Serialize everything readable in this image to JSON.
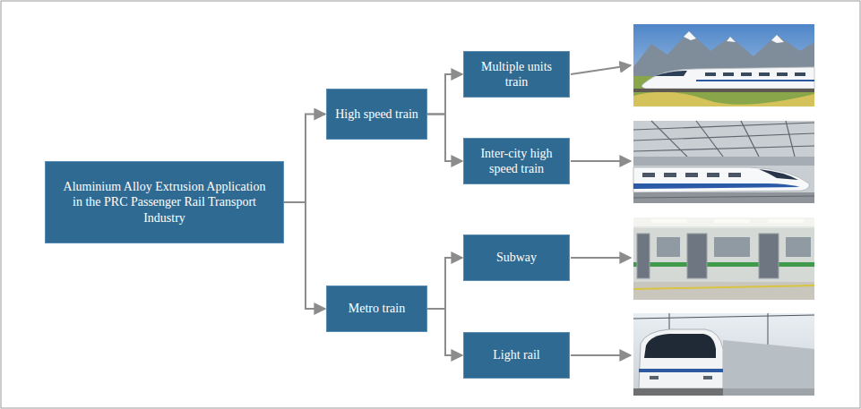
{
  "diagram": {
    "nodes": [
      {
        "text": [
          "Aluminium Alloy Extrusion Application in the PRC Passenger Rail Transport Industry"
        ]
      },
      {
        "text": [
          "High speed train"
        ]
      },
      {
        "text": [
          "Metro train"
        ]
      },
      {
        "text": [
          "Multiple units train"
        ]
      },
      {
        "text": [
          "Inter-city high speed train"
        ]
      },
      {
        "text": [
          "Subway"
        ]
      },
      {
        "text": [
          "Light rail"
        ]
      }
    ],
    "edges": [
      {
        "from": 0,
        "to": 1,
        "arrow": "to"
      },
      {
        "from": 0,
        "to": 2,
        "arrow": "to"
      },
      {
        "from": 1,
        "to": 3,
        "arrow": "to"
      },
      {
        "from": 1,
        "to": 4,
        "arrow": "to"
      },
      {
        "from": 2,
        "to": 5,
        "arrow": "to"
      },
      {
        "from": 2,
        "to": 6,
        "arrow": "to"
      }
    ]
  }
}
